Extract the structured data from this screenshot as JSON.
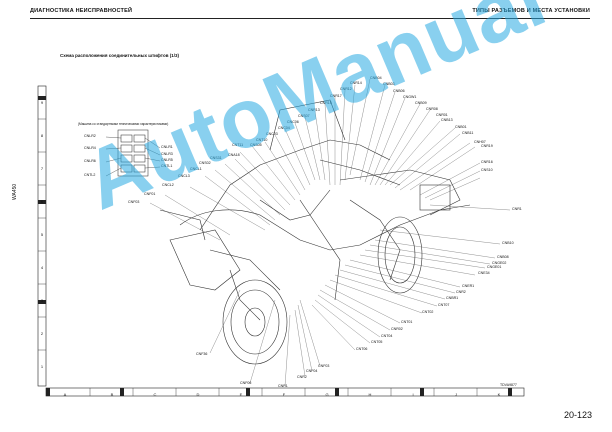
{
  "header": {
    "left": "ДИАГНОСТИКА НЕИСПРАВНОСТЕЙ",
    "right": "ТИПЫ РАЗЪЕМОВ И МЕСТА УСТАНОВКИ"
  },
  "side_code": "WA450",
  "subtitle": "Схема расположения соединительных штифтов (1/3)",
  "inset_title": "(Машина со стандартными техническими характеристиками)",
  "figure_code": "TDVA9877",
  "page_number": "20-123",
  "watermark": "AutoManual",
  "grid": {
    "columns": [
      "A",
      "B",
      "C",
      "D",
      "E",
      "F",
      "G",
      "H",
      "I",
      "J",
      "K"
    ],
    "rows": [
      "9",
      "8",
      "7",
      "6",
      "5",
      "4",
      "3",
      "2",
      "1"
    ]
  },
  "inset_labels": {
    "left": [
      "CNLR2",
      "CNLR4",
      "CNLR6",
      "CNTL2"
    ],
    "right": [
      "CNLR1",
      "CNLR3",
      "CNLR5",
      "CNTL1"
    ]
  },
  "labels": [
    "CNB04",
    "CNR14",
    "CNB03",
    "CNR12",
    "CNB06",
    "CNR17",
    "CNGW1",
    "CNR15",
    "CNB09",
    "CNR13",
    "CNR08",
    "CNS07",
    "CNR01",
    "CNC06",
    "CNB13",
    "CNC04",
    "CNB01",
    "CNC03",
    "CNB11",
    "CNT10",
    "CNT11",
    "CNS05",
    "CNH07",
    "CNS31",
    "CNA18",
    "CNR19",
    "CNS02",
    "CNR16",
    "CNCL1",
    "CNS10",
    "CNCL3",
    "CNCL2",
    "CNF01",
    "CNF03",
    "CNR1",
    "CNB10",
    "CNB08",
    "CNGE02",
    "CNGE01",
    "CNE34",
    "CNER1",
    "CNR2",
    "CNBR1",
    "CNT07",
    "CNT02",
    "CNT01",
    "CNR02",
    "CNT04",
    "CNT05",
    "CNT06",
    "CNF36",
    "CNF03",
    "CNF04",
    "CNR2",
    "CNR1",
    "CNF06"
  ]
}
